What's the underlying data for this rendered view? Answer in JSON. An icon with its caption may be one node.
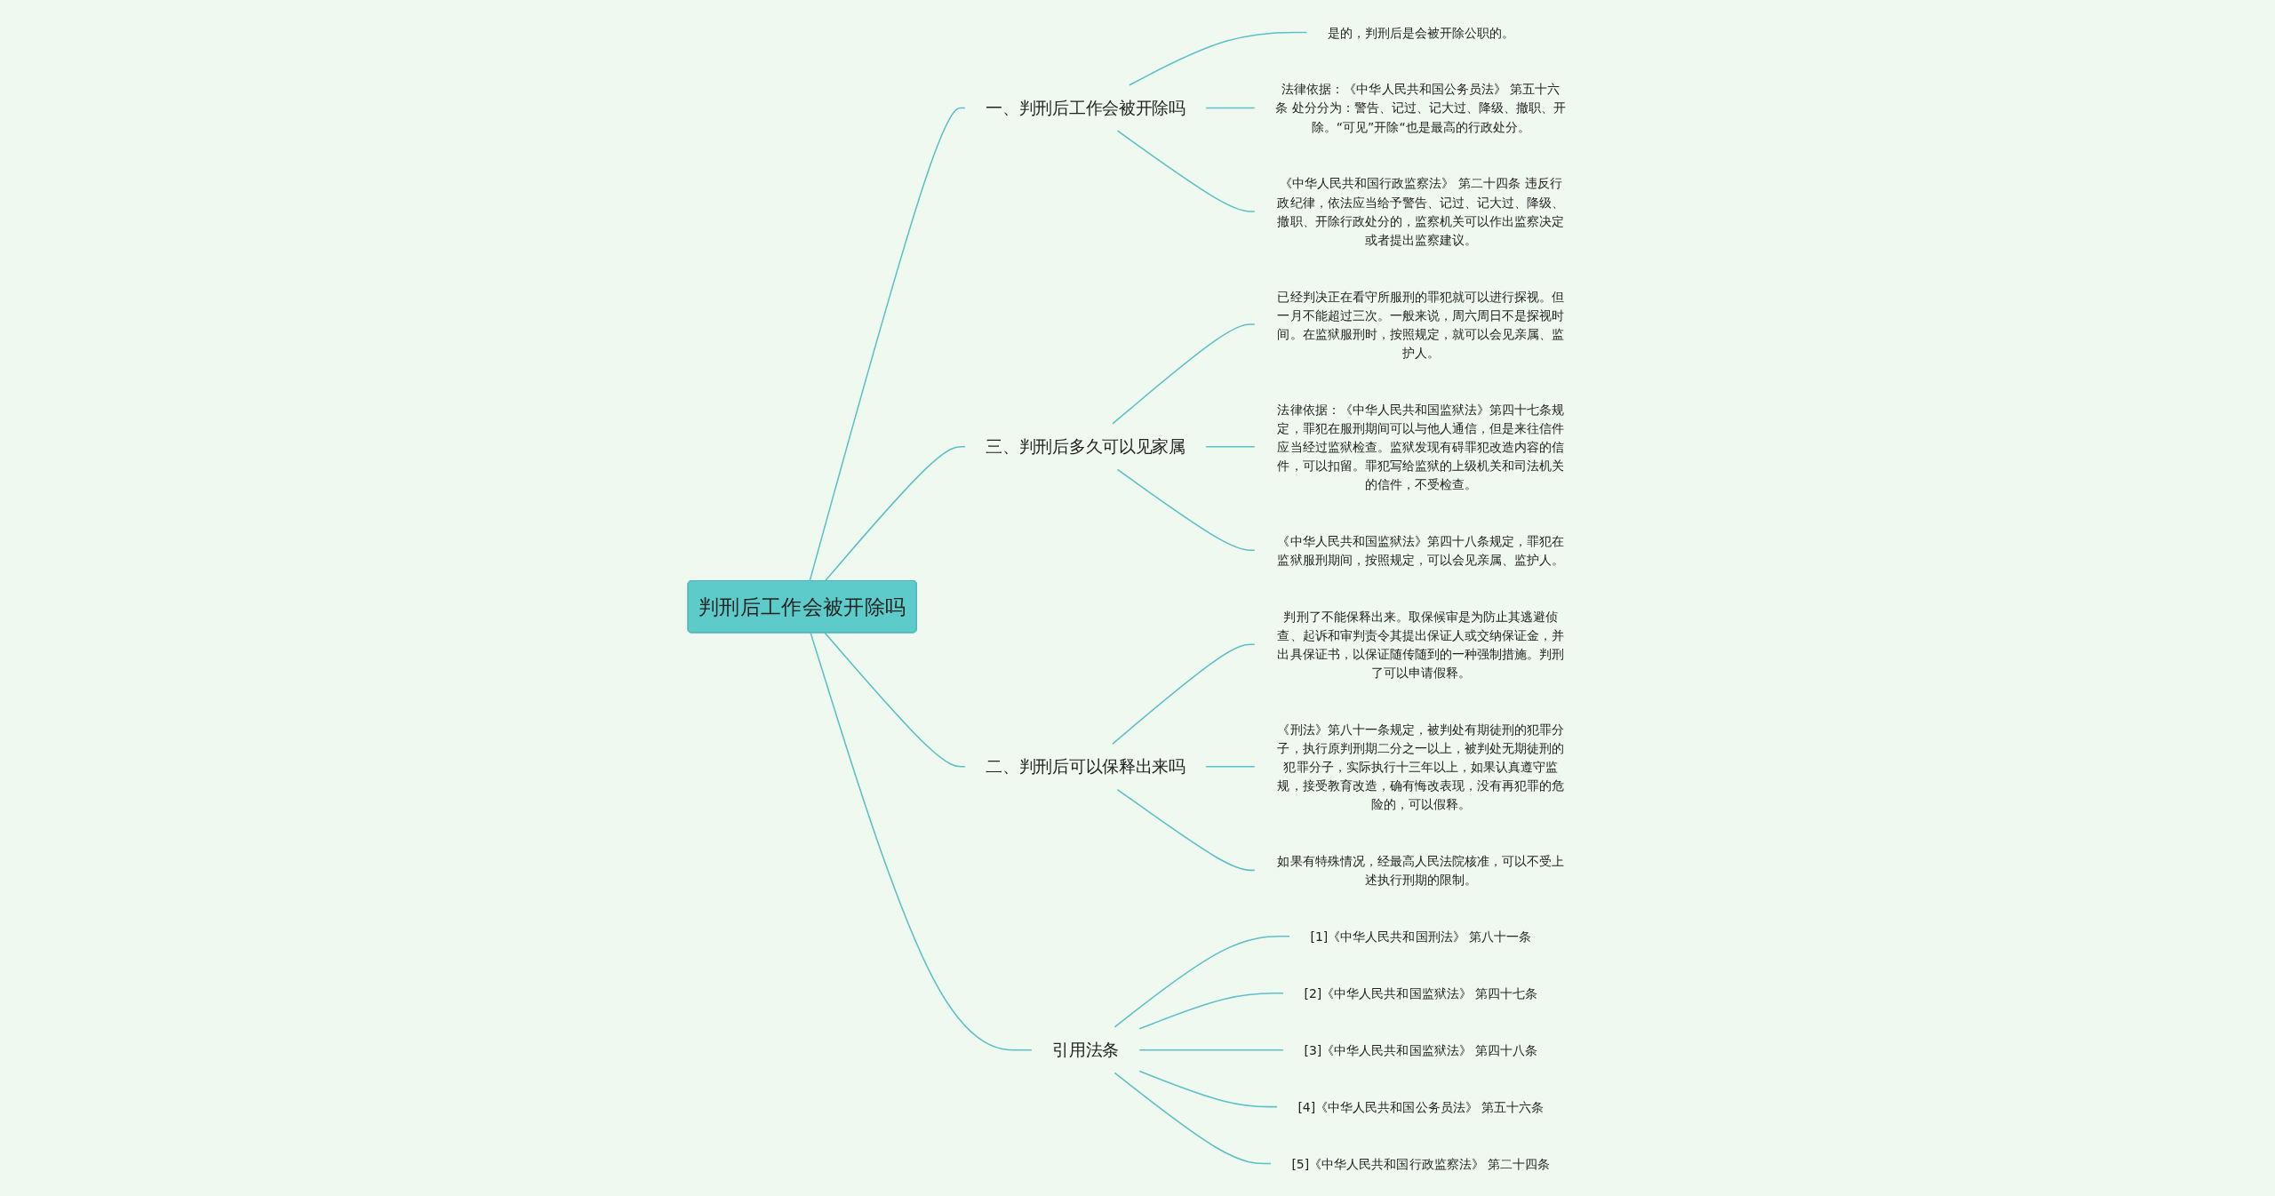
{
  "diagram": {
    "nodes": [
      {
        "text": [
          "判刑后工作会被开除吗"
        ]
      },
      {
        "text": [
          "一、判刑后工作会被开除吗"
        ]
      },
      {
        "text": [
          "是的，判刑后是会被开除公职的。"
        ]
      },
      {
        "text": [
          "法律依据：《中华人民共和国公务员法》 第五十六条 处分分为：警告、记过、记大过、降级、撤职、开除。“可见”开除“也是最高的行政处分。"
        ]
      },
      {
        "text": [
          "《中华人民共和国行政监察法》 第二十四条 违反行政纪律，依法应当给予警告、记过、记大过、降级、撤职、开除行政处分的，监察机关可以作出监察决定或者提出监察建议。"
        ]
      },
      {
        "text": [
          "三、判刑后多久可以见家属"
        ]
      },
      {
        "text": [
          "已经判决正在看守所服刑的罪犯就可以进行探视。但一月不能超过三次。一般来说，周六周日不是探视时间。在监狱服刑时，按照规定，就可以会见亲属、监护人。"
        ]
      },
      {
        "text": [
          "法律依据：《中华人民共和国监狱法》第四十七条规定，罪犯在服刑期间可以与他人通信，但是来往信件应当经过监狱检查。监狱发现有碍罪犯改造内容的信件，可以扣留。罪犯写给监狱的上级机关和司法机关的信件，不受检查。"
        ]
      },
      {
        "text": [
          "《中华人民共和国监狱法》第四十八条规定，罪犯在监狱服刑期间，按照规定，可以会见亲属、监护人。"
        ]
      },
      {
        "text": [
          "二、判刑后可以保释出来吗"
        ]
      },
      {
        "text": [
          "判刑了不能保释出来。取保候审是为防止其逃避侦查、起诉和审判责令其提出保证人或交纳保证金，并出具保证书，以保证随传随到的一种强制措施。判刑了可以申请假释。"
        ]
      },
      {
        "text": [
          "《刑法》第八十一条规定，被判处有期徒刑的犯罪分子，执行原判刑期二分之一以上，被判处无期徒刑的犯罪分子，实际执行十三年以上，如果认真遵守监规，接受教育改造，确有悔改表现，没有再犯罪的危险的，可以假释。"
        ]
      },
      {
        "text": [
          "如果有特殊情况，经最高人民法院核准，可以不受上述执行刑期的限制。"
        ]
      },
      {
        "text": [
          "引用法条"
        ]
      },
      {
        "text": [
          "[1]《中华人民共和国刑法》 第八十一条"
        ]
      },
      {
        "text": [
          "[2]《中华人民共和国监狱法》 第四十七条"
        ]
      },
      {
        "text": [
          "[3]《中华人民共和国监狱法》 第四十八条"
        ]
      },
      {
        "text": [
          "[4]《中华人民共和国公务员法》 第五十六条"
        ]
      },
      {
        "text": [
          "[5]《中华人民共和国行政监察法》 第二十四条"
        ]
      }
    ],
    "edges": [
      {
        "from": 0,
        "to": 1,
        "arrow": "none"
      },
      {
        "from": 1,
        "to": 2,
        "arrow": "none"
      },
      {
        "from": 1,
        "to": 3,
        "arrow": "none"
      },
      {
        "from": 1,
        "to": 4,
        "arrow": "none"
      },
      {
        "from": 0,
        "to": 5,
        "arrow": "none"
      },
      {
        "from": 5,
        "to": 6,
        "arrow": "none"
      },
      {
        "from": 5,
        "to": 7,
        "arrow": "none"
      },
      {
        "from": 5,
        "to": 8,
        "arrow": "none"
      },
      {
        "from": 0,
        "to": 9,
        "arrow": "none"
      },
      {
        "from": 9,
        "to": 10,
        "arrow": "none"
      },
      {
        "from": 9,
        "to": 11,
        "arrow": "none"
      },
      {
        "from": 9,
        "to": 12,
        "arrow": "none"
      },
      {
        "from": 0,
        "to": 13,
        "arrow": "none"
      },
      {
        "from": 13,
        "to": 14,
        "arrow": "none"
      },
      {
        "from": 13,
        "to": 15,
        "arrow": "none"
      },
      {
        "from": 13,
        "to": 16,
        "arrow": "none"
      },
      {
        "from": 13,
        "to": 17,
        "arrow": "none"
      },
      {
        "from": 13,
        "to": 18,
        "arrow": "none"
      }
    ]
  }
}
